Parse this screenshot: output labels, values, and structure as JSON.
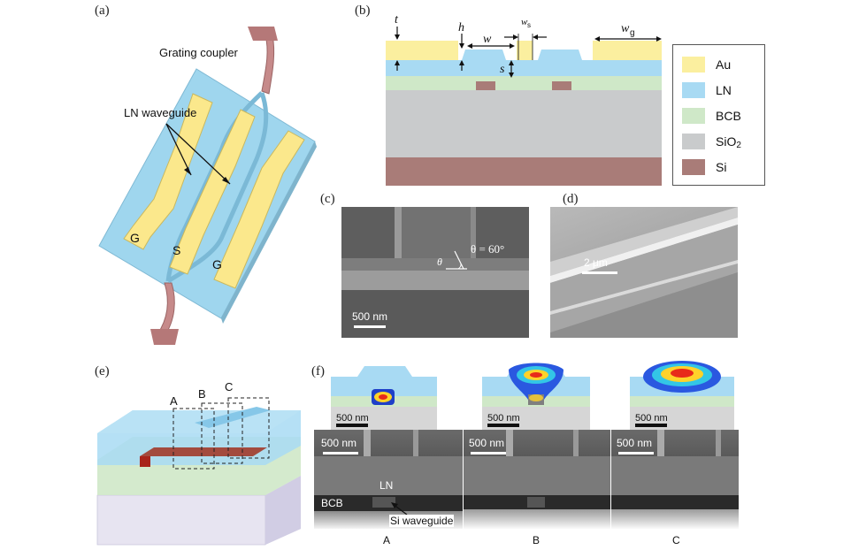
{
  "panel_a": {
    "label": "(a)",
    "grating_coupler": "Grating coupler",
    "ln_waveguide": "LN waveguide",
    "electrode_g1": "G",
    "electrode_s": "S",
    "electrode_g2": "G"
  },
  "panel_b": {
    "label": "(b)",
    "dim_t": "t",
    "dim_h": "h",
    "dim_w": "w",
    "dim_ws": "w",
    "dim_ws_sub": "s",
    "dim_wg": "w",
    "dim_wg_sub": "g",
    "dim_s": "s",
    "legend": [
      {
        "name": "Au",
        "color": "#fbef9f"
      },
      {
        "name": "LN",
        "color": "#a8daf3"
      },
      {
        "name": "BCB",
        "color": "#cfe8c8"
      },
      {
        "name": "SiO",
        "sub": "2",
        "color": "#c9cbcc"
      },
      {
        "name": "Si",
        "color": "#a97c78"
      }
    ]
  },
  "panel_c": {
    "label": "(c)",
    "angle_text": "θ = 60°",
    "theta": "θ",
    "scale": "500 nm"
  },
  "panel_d": {
    "label": "(d)",
    "scale": "2 μm"
  },
  "panel_e": {
    "label": "(e)",
    "sec_a": "A",
    "sec_b": "B",
    "sec_c": "C"
  },
  "panel_f": {
    "label": "(f)",
    "mode_scales": [
      "500 nm",
      "500 nm",
      "500 nm"
    ],
    "sem_scales": [
      "500 nm",
      "500 nm",
      "500 nm"
    ],
    "ln_label": "LN",
    "bcb_label": "BCB",
    "si_waveguide": "Si waveguide",
    "columns": [
      "A",
      "B",
      "C"
    ]
  }
}
